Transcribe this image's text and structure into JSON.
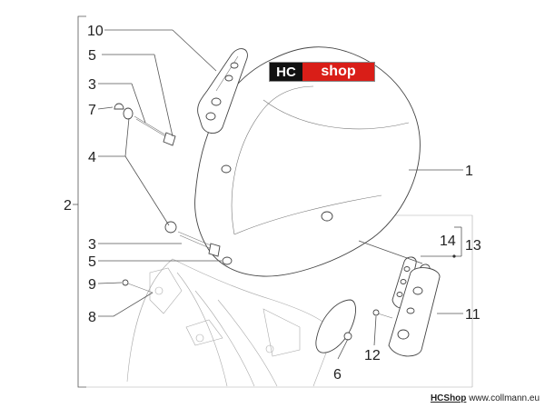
{
  "labels": {
    "n1": "1",
    "n2": "2",
    "n3a": "3",
    "n3b": "3",
    "n4": "4",
    "n5a": "5",
    "n5b": "5",
    "n6": "6",
    "n7": "7",
    "n8": "8",
    "n9": "9",
    "n10": "10",
    "n11": "11",
    "n12": "12",
    "n13": "13",
    "n14": "14"
  },
  "logo": {
    "hc": "HC",
    "shop": "shop"
  },
  "footer": {
    "brand": "HCShop",
    "url": "www.collmann.eu"
  },
  "colors": {
    "logo_red": "#d91e18",
    "logo_black": "#111111"
  }
}
